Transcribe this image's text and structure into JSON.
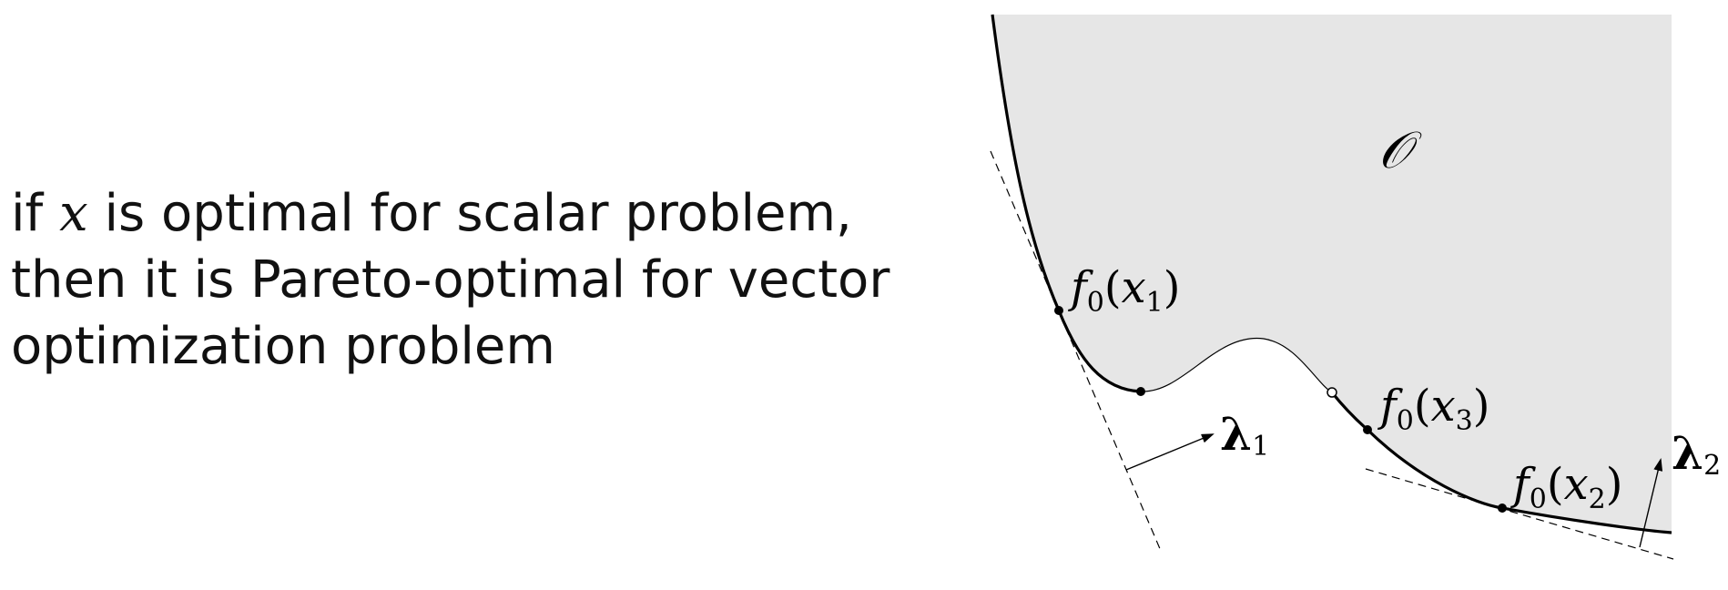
{
  "statement": {
    "line1_before": "if ",
    "line1_var": "x",
    "line1_after": " is optimal for scalar problem,",
    "line2": "then it is Pareto-optimal for vector",
    "line3": "optimization problem"
  },
  "diagram": {
    "set_label": "𝒪",
    "points": [
      {
        "func": "f",
        "sub": "0",
        "paren_open": "(",
        "var": "x",
        "var_sub": "1",
        "paren_close": ")"
      },
      {
        "func": "f",
        "sub": "0",
        "paren_open": "(",
        "var": "x",
        "var_sub": "3",
        "paren_close": ")"
      },
      {
        "func": "f",
        "sub": "0",
        "paren_open": "(",
        "var": "x",
        "var_sub": "2",
        "paren_close": ")"
      }
    ],
    "weights": [
      {
        "symbol": "λ",
        "sub": "1"
      },
      {
        "symbol": "λ",
        "sub": "2"
      }
    ],
    "colors": {
      "set_fill": "#e6e6e6",
      "stroke": "#000000",
      "background": "#ffffff"
    }
  }
}
